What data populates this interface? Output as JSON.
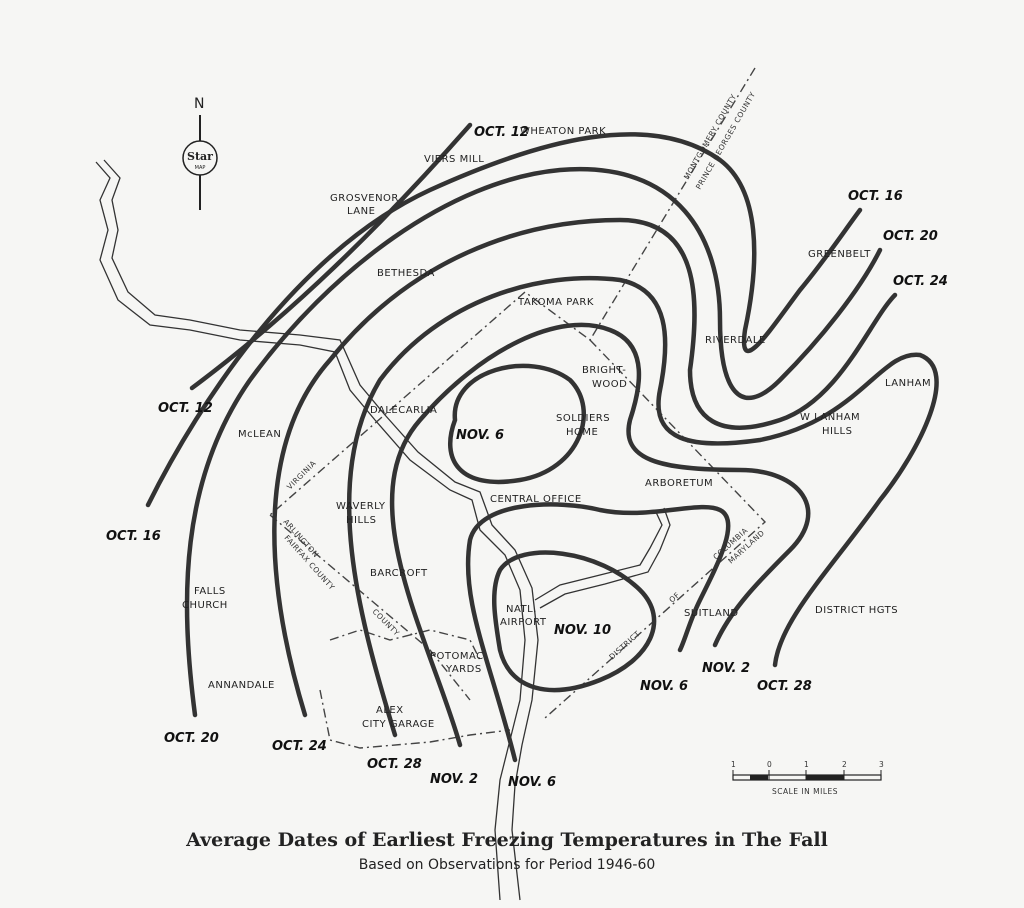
{
  "title": "Average Dates of Earliest Freezing Temperatures in The Fall",
  "subtitle": "Based on Observations for Period 1946-60",
  "logo": {
    "north": "N",
    "star": "Star",
    "map": "MAP"
  },
  "scale": {
    "ticks": [
      "1",
      "0",
      "1",
      "2",
      "3"
    ],
    "label": "SCALE IN MILES"
  },
  "contour_labels": {
    "oct12_top": "OCT. 12",
    "oct12_left": "OCT. 12",
    "oct16_left": "OCT. 16",
    "oct16_right": "OCT. 16",
    "oct20_right": "OCT. 20",
    "oct24_right": "OCT. 24",
    "oct20_bottom": "OCT. 20",
    "oct24_bottom": "OCT. 24",
    "oct28_bottom": "OCT. 28",
    "nov2_bottom": "NOV. 2",
    "nov6_bottom": "NOV. 6",
    "nov6_right": "NOV. 6",
    "nov2_right": "NOV. 2",
    "oct28_right": "OCT. 28",
    "nov6_center": "NOV. 6",
    "nov10": "NOV. 10"
  },
  "places": {
    "wheaton_park": "WHEATON PARK",
    "viers_mill": "VIERS MILL",
    "grosvenor1": "GROSVENOR",
    "grosvenor2": "LANE",
    "bethesda": "BETHESDA",
    "takoma_park": "TAKOMA PARK",
    "riverdale": "RIVERDALE",
    "greenbelt": "GREENBELT",
    "lanham": "LANHAM",
    "w_lanham1": "W LANHAM",
    "w_lanham2": "HILLS",
    "brightwood1": "BRIGHT-",
    "brightwood2": "WOOD",
    "soldiers1": "SOLDIERS",
    "soldiers2": "HOME",
    "dalecarlia": "DALECARLIA",
    "mclean": "McLEAN",
    "central_office": "CENTRAL OFFICE",
    "arboretum": "ARBORETUM",
    "waverly1": "WAVERLY",
    "waverly2": "HILLS",
    "falls1": "FALLS",
    "falls2": "CHURCH",
    "barcroft": "BARCROFT",
    "airport1": "NATL.",
    "airport2": "AIRPORT",
    "suitland": "SUITLAND",
    "district_hgts": "DISTRICT HGTS",
    "potomac1": "POTOMAC",
    "potomac2": "YARDS",
    "annandale": "ANNANDALE",
    "alex1": "ALEX",
    "alex2": "CITY GARAGE"
  },
  "boundaries": {
    "montgomery": "MONTGOMERY COUNTY",
    "prince_georges": "PRINCE GEORGES COUNTY",
    "virginia": "VIRGINIA",
    "arlington": "ARLINGTON",
    "fairfax": "FAIRFAX COUNTY",
    "county": "COUNTY",
    "district": "DISTRICT",
    "of": "OF",
    "columbia": "COLUMBIA",
    "maryland": "MARYLAND"
  }
}
